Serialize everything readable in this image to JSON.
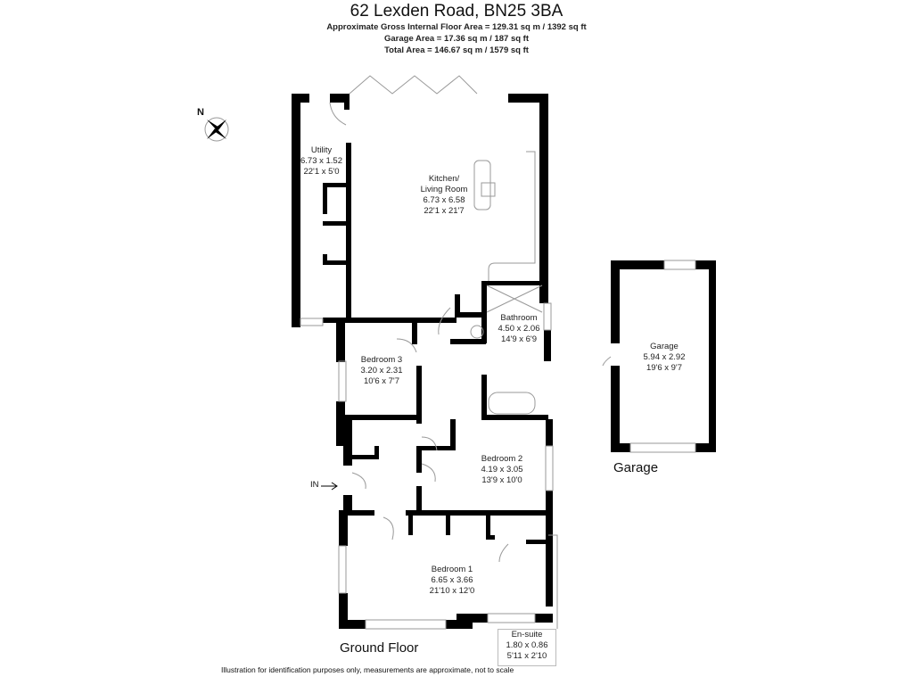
{
  "header": {
    "title": "62 Lexden Road, BN25 3BA",
    "floor_area": "Approximate Gross Internal Floor Area = 129.31 sq m / 1392 sq ft",
    "garage_area": "Garage Area = 17.36 sq m / 187 sq ft",
    "total_area": "Total Area = 146.67 sq m / 1579 sq ft"
  },
  "compass": {
    "north_label": "N"
  },
  "entrance": {
    "label": "IN"
  },
  "rooms": {
    "utility": {
      "name": "Utility",
      "metric": "6.73 x 1.52",
      "imperial": "22'1 x 5'0"
    },
    "kitchen": {
      "name": "Kitchen/",
      "name2": "Living Room",
      "metric": "6.73 x 6.58",
      "imperial": "22'1 x 21'7"
    },
    "bathroom": {
      "name": "Bathroom",
      "metric": "4.50 x 2.06",
      "imperial": "14'9 x 6'9"
    },
    "bedroom3": {
      "name": "Bedroom 3",
      "metric": "3.20 x 2.31",
      "imperial": "10'6 x 7'7"
    },
    "bedroom2": {
      "name": "Bedroom 2",
      "metric": "4.19 x 3.05",
      "imperial": "13'9 x 10'0"
    },
    "bedroom1": {
      "name": "Bedroom 1",
      "metric": "6.65 x 3.66",
      "imperial": "21'10 x 12'0"
    },
    "ensuite": {
      "name": "En-suite",
      "metric": "1.80 x 0.86",
      "imperial": "5'11 x 2'10"
    },
    "garage": {
      "name": "Garage",
      "metric": "5.94 x 2.92",
      "imperial": "19'6 x 9'7"
    }
  },
  "floors": {
    "ground": "Ground Floor",
    "garage": "Garage"
  },
  "footer": {
    "disclaimer": "Illustration for identification purposes only, measurements are approximate, not to scale"
  }
}
